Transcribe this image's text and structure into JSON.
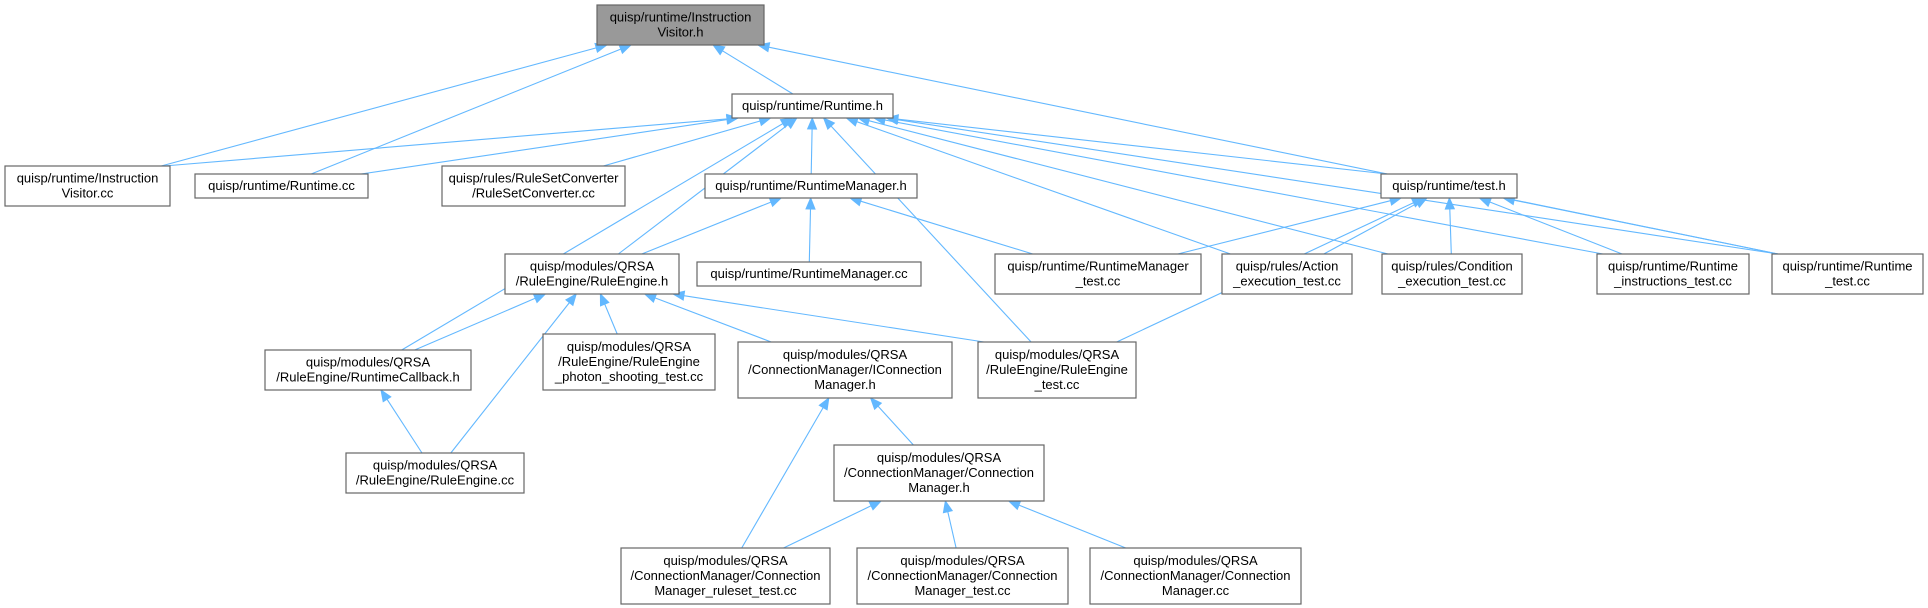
{
  "colors": {
    "edge": "#63b8ff",
    "node_border": "#666666",
    "root_fill": "#999999",
    "node_fill": "#ffffff",
    "background": "#ffffff"
  },
  "nodes": [
    {
      "id": "instvis_h",
      "lines": [
        "quisp/runtime/Instruction",
        "Visitor.h"
      ],
      "root": true
    },
    {
      "id": "runtime_h",
      "lines": [
        "quisp/runtime/Runtime.h"
      ]
    },
    {
      "id": "instvis_cc",
      "lines": [
        "quisp/runtime/Instruction",
        "Visitor.cc"
      ]
    },
    {
      "id": "runtime_cc",
      "lines": [
        "quisp/runtime/Runtime.cc"
      ]
    },
    {
      "id": "rulesetconv_cc",
      "lines": [
        "quisp/rules/RuleSetConverter",
        "/RuleSetConverter.cc"
      ]
    },
    {
      "id": "rtmgr_h",
      "lines": [
        "quisp/runtime/RuntimeManager.h"
      ]
    },
    {
      "id": "test_h",
      "lines": [
        "quisp/runtime/test.h"
      ]
    },
    {
      "id": "ruleengine_h",
      "lines": [
        "quisp/modules/QRSA",
        "/RuleEngine/RuleEngine.h"
      ]
    },
    {
      "id": "rtmgr_cc",
      "lines": [
        "quisp/runtime/RuntimeManager.cc"
      ]
    },
    {
      "id": "rtmgr_test",
      "lines": [
        "quisp/runtime/RuntimeManager",
        "_test.cc"
      ]
    },
    {
      "id": "action_test",
      "lines": [
        "quisp/rules/Action",
        "_execution_test.cc"
      ]
    },
    {
      "id": "condition_test",
      "lines": [
        "quisp/rules/Condition",
        "_execution_test.cc"
      ]
    },
    {
      "id": "runtime_instr_test",
      "lines": [
        "quisp/runtime/Runtime",
        "_instructions_test.cc"
      ]
    },
    {
      "id": "runtime_test",
      "lines": [
        "quisp/runtime/Runtime",
        "_test.cc"
      ]
    },
    {
      "id": "rtcallback_h",
      "lines": [
        "quisp/modules/QRSA",
        "/RuleEngine/RuntimeCallback.h"
      ]
    },
    {
      "id": "photon_test",
      "lines": [
        "quisp/modules/QRSA",
        "/RuleEngine/RuleEngine",
        "_photon_shooting_test.cc"
      ]
    },
    {
      "id": "iconnmgr_h",
      "lines": [
        "quisp/modules/QRSA",
        "/ConnectionManager/IConnection",
        "Manager.h"
      ]
    },
    {
      "id": "ruleengine_test",
      "lines": [
        "quisp/modules/QRSA",
        "/RuleEngine/RuleEngine",
        "_test.cc"
      ]
    },
    {
      "id": "ruleengine_cc",
      "lines": [
        "quisp/modules/QRSA",
        "/RuleEngine/RuleEngine.cc"
      ]
    },
    {
      "id": "connmgr_h",
      "lines": [
        "quisp/modules/QRSA",
        "/ConnectionManager/Connection",
        "Manager.h"
      ]
    },
    {
      "id": "connmgr_ruleset_test",
      "lines": [
        "quisp/modules/QRSA",
        "/ConnectionManager/Connection",
        "Manager_ruleset_test.cc"
      ]
    },
    {
      "id": "connmgr_test",
      "lines": [
        "quisp/modules/QRSA",
        "/ConnectionManager/Connection",
        "Manager_test.cc"
      ]
    },
    {
      "id": "connmgr_cc",
      "lines": [
        "quisp/modules/QRSA",
        "/ConnectionManager/Connection",
        "Manager.cc"
      ]
    }
  ],
  "edges": [
    {
      "from": "runtime_h",
      "to": "instvis_h"
    },
    {
      "from": "instvis_cc",
      "to": "instvis_h"
    },
    {
      "from": "runtime_cc",
      "to": "instvis_h"
    },
    {
      "from": "runtime_test",
      "to": "instvis_h"
    },
    {
      "from": "instvis_cc",
      "to": "runtime_h"
    },
    {
      "from": "runtime_cc",
      "to": "runtime_h"
    },
    {
      "from": "rulesetconv_cc",
      "to": "runtime_h"
    },
    {
      "from": "rtmgr_h",
      "to": "runtime_h"
    },
    {
      "from": "test_h",
      "to": "runtime_h"
    },
    {
      "from": "ruleengine_h",
      "to": "runtime_h"
    },
    {
      "from": "rtcallback_h",
      "to": "runtime_h"
    },
    {
      "from": "action_test",
      "to": "runtime_h"
    },
    {
      "from": "condition_test",
      "to": "runtime_h"
    },
    {
      "from": "runtime_instr_test",
      "to": "runtime_h"
    },
    {
      "from": "runtime_test",
      "to": "runtime_h"
    },
    {
      "from": "ruleengine_test",
      "to": "runtime_h"
    },
    {
      "from": "ruleengine_h",
      "to": "rtmgr_h"
    },
    {
      "from": "rtmgr_cc",
      "to": "rtmgr_h"
    },
    {
      "from": "rtmgr_test",
      "to": "rtmgr_h"
    },
    {
      "from": "rtmgr_test",
      "to": "test_h"
    },
    {
      "from": "action_test",
      "to": "test_h"
    },
    {
      "from": "condition_test",
      "to": "test_h"
    },
    {
      "from": "runtime_instr_test",
      "to": "test_h"
    },
    {
      "from": "runtime_test",
      "to": "test_h"
    },
    {
      "from": "ruleengine_test",
      "to": "test_h"
    },
    {
      "from": "rtcallback_h",
      "to": "ruleengine_h"
    },
    {
      "from": "photon_test",
      "to": "ruleengine_h"
    },
    {
      "from": "iconnmgr_h",
      "to": "ruleengine_h"
    },
    {
      "from": "ruleengine_test",
      "to": "ruleengine_h"
    },
    {
      "from": "ruleengine_cc",
      "to": "ruleengine_h"
    },
    {
      "from": "ruleengine_cc",
      "to": "rtcallback_h"
    },
    {
      "from": "connmgr_h",
      "to": "iconnmgr_h"
    },
    {
      "from": "connmgr_ruleset_test",
      "to": "iconnmgr_h"
    },
    {
      "from": "connmgr_ruleset_test",
      "to": "connmgr_h"
    },
    {
      "from": "connmgr_test",
      "to": "connmgr_h"
    },
    {
      "from": "connmgr_cc",
      "to": "connmgr_h"
    }
  ]
}
